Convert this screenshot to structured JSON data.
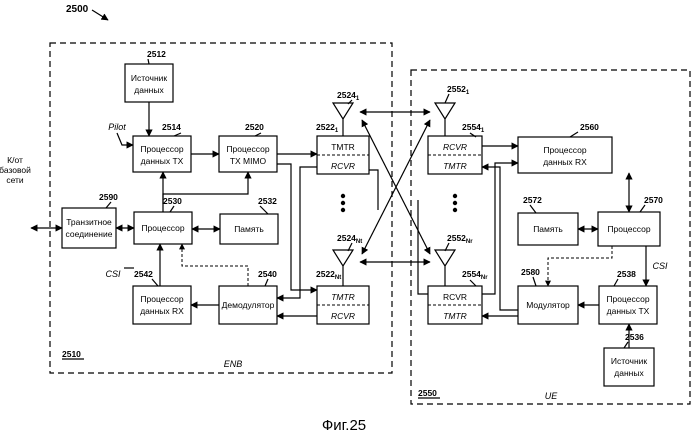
{
  "figure_number": "2500",
  "figure_caption": "Фиг.25",
  "external_link": {
    "line1": "К/от",
    "line2": "базовой",
    "line3": "сети"
  },
  "enb": {
    "ref": "2510",
    "label": "ENB",
    "data_source": {
      "ref": "2512",
      "line1": "Источник",
      "line2": "данных"
    },
    "pilot": "Pilot",
    "tx_data_proc": {
      "ref": "2514",
      "line1": "Процессор",
      "line2": "данных TX"
    },
    "tx_mimo_proc": {
      "ref": "2520",
      "line1": "Процессор",
      "line2": "TX MIMO"
    },
    "backhaul": {
      "ref": "2590",
      "line1": "Транзитное",
      "line2": "соединение"
    },
    "processor": {
      "ref": "2530",
      "label": "Процессор"
    },
    "memory": {
      "ref": "2532",
      "label": "Память"
    },
    "csi": "CSI",
    "rx_data_proc": {
      "ref": "2542",
      "line1": "Процессор",
      "line2": "данных RX"
    },
    "demodulator": {
      "ref": "2540",
      "label": "Демодулятор"
    },
    "trx_top": {
      "ref": "2522",
      "ref_sub": "1",
      "tmtr": "TMTR",
      "rcvr": "RCVR"
    },
    "trx_bottom": {
      "ref": "2522",
      "ref_sub": "Nt",
      "tmtr": "TMTR",
      "rcvr": "RCVR"
    },
    "ant_top": {
      "ref": "2524",
      "ref_sub": "1"
    },
    "ant_bottom": {
      "ref": "2524",
      "ref_sub": "Nt"
    }
  },
  "ue": {
    "ref": "2550",
    "label": "UE",
    "ant_top": {
      "ref": "2552",
      "ref_sub": "1"
    },
    "ant_bottom": {
      "ref": "2552",
      "ref_sub": "Nr"
    },
    "trx_top": {
      "ref": "2554",
      "ref_sub": "1",
      "rcvr": "RCVR",
      "tmtr": "TMTR"
    },
    "trx_bottom": {
      "ref": "2554",
      "ref_sub": "Nr",
      "rcvr": "RCVR",
      "tmtr": "TMTR"
    },
    "rx_data_proc": {
      "ref": "2560",
      "line1": "Процессор",
      "line2": "данных RX"
    },
    "memory": {
      "ref": "2572",
      "label": "Память"
    },
    "processor": {
      "ref": "2570",
      "label": "Процессор"
    },
    "csi": "CSI",
    "modulator": {
      "ref": "2580",
      "label": "Модулятор"
    },
    "tx_data_proc": {
      "ref": "2538",
      "line1": "Процессор",
      "line2": "данных TX"
    },
    "data_source": {
      "ref": "2536",
      "line1": "Источник",
      "line2": "данных"
    }
  }
}
